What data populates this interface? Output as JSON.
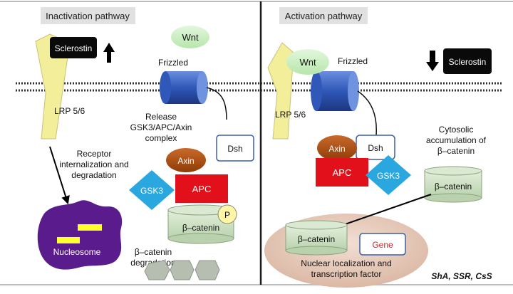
{
  "panels": {
    "left_title": "Inactivation pathway",
    "right_title": "Activation pathway"
  },
  "left": {
    "sclerostin": "Sclerostin",
    "wnt": "Wnt",
    "frizzled": "Frizzled",
    "lrp": "LRP 5/6",
    "release_lines": [
      "Release",
      "GSK3/APC/Axin",
      "complex"
    ],
    "receptor_lines": [
      "Receptor",
      "internalization and",
      "degradation"
    ],
    "dsh": "Dsh",
    "axin": "Axin",
    "gsk3": "GSK3",
    "apc": "APC",
    "p": "P",
    "beta_catenin": "β–catenin",
    "degradation_lines": [
      "β–catenin",
      "degradation"
    ],
    "nucleosome": "Nucleosome"
  },
  "right": {
    "wnt": "Wnt",
    "frizzled": "Frizzled",
    "sclerostin": "Sclerostin",
    "lrp": "LRP 5/6",
    "axin": "Axin",
    "dsh": "Dsh",
    "apc": "APC",
    "gsk3": "GSK3",
    "cytosolic_lines": [
      "Cytosolic",
      "accumulation of",
      "β–catenin"
    ],
    "beta_catenin_cyto": "β–catenin",
    "beta_catenin_nuc": "β–catenin",
    "gene": "Gene",
    "nuclear_lines": [
      "Nuclear localization",
      "and",
      "transcription factor"
    ],
    "signature": "ShA, SSR, CsS"
  },
  "colors": {
    "lrp_fill": "#f3ee9a",
    "wnt_fill": "#c9efc0",
    "frizzled_blue": "#2f58b8",
    "axin_brown": "#b2500f",
    "gsk3_cyan": "#2aa7df",
    "apc_red": "#e2101a",
    "catenin_green": "#cfe1c7",
    "nucleosome_purple": "#5a1c8c",
    "nucleus_tan": "#e3c7b6",
    "gene_red": "#c0282c"
  }
}
